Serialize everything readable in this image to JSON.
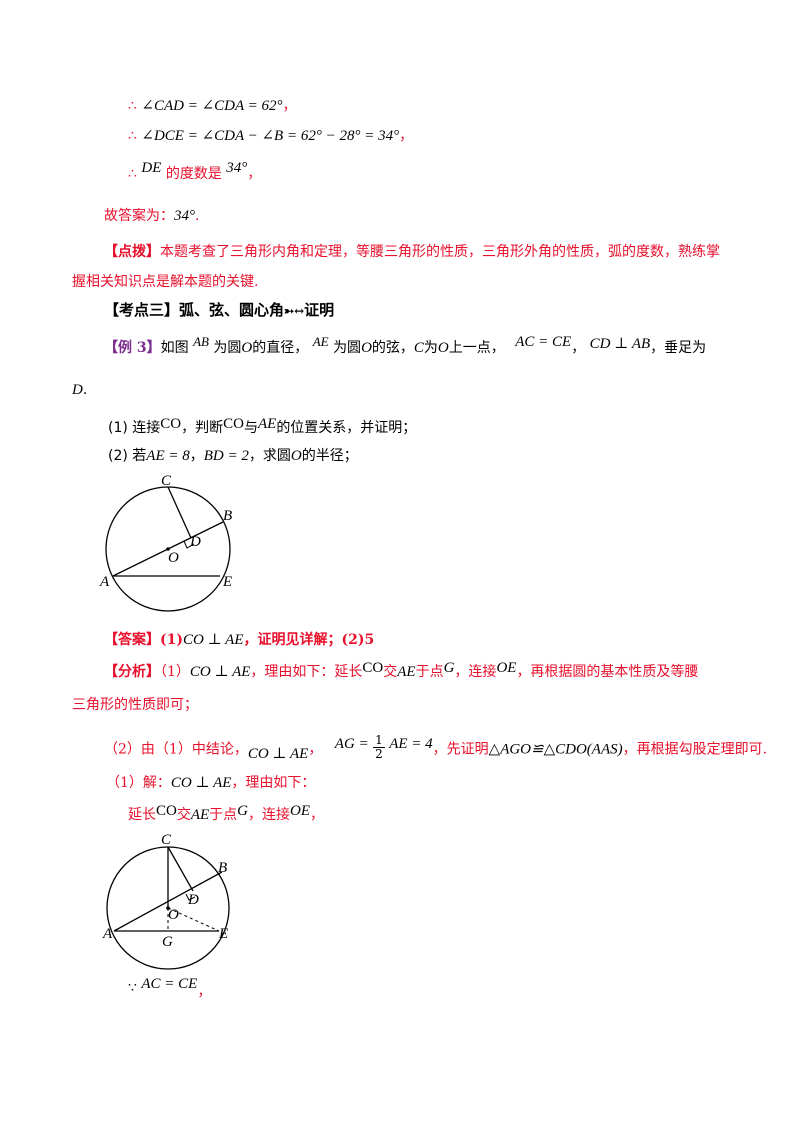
{
  "solution_top": {
    "line1": {
      "therefore": "∴",
      "expr": "∠CAD = ∠CDA = 62°",
      "punct": "，"
    },
    "line2": {
      "therefore": "∴",
      "expr": "∠DCE = ∠CDA − ∠B = 62° − 28° = 34°",
      "punct": "，"
    },
    "line3": {
      "therefore": "∴",
      "arc": "DE",
      "text": "的度数是",
      "value": "34°",
      "punct": "，"
    }
  },
  "answer_line": {
    "label": "故答案为：",
    "value": "34°",
    "punct": "."
  },
  "tip": {
    "label": "【点拨】",
    "line1": "本题考查了三角形内角和定理，等腰三角形的性质，三角形外角的性质，弧的度数，熟练掌",
    "line2": "握相关知识点是解本题的关键."
  },
  "section_heading": {
    "text": "【考点三】弧、弦、圆心角",
    "arrows": "➳↔",
    "suffix": "证明"
  },
  "example": {
    "label": "【例 3】",
    "p1": "如图",
    "ab": "AB",
    "p2": "为圆",
    "o1": "O",
    "p3": "的直径，",
    "ae": "AE",
    "p4": "为圆",
    "o2": "O",
    "p5": "的弦，",
    "c": "C",
    "p6": "为",
    "o3": "O",
    "p7": "上一点，",
    "arc_eq": "AC = CE",
    "comma": "，",
    "perp": "CD ⊥ AB",
    "p8": "，垂足为",
    "d": "D",
    "period": "."
  },
  "q1": {
    "num": "(1)",
    "t1": "连接",
    "co": "CO",
    "t2": "，判断",
    "co2": "CO",
    "t3": "与",
    "ae": "AE",
    "t4": "的位置关系，并证明；"
  },
  "q2": {
    "num": "(2)",
    "t1": "若",
    "ae": "AE = 8",
    "t2": "，",
    "bd": "BD = 2",
    "t3": "，求圆",
    "o": "O",
    "t4": "的半径；"
  },
  "fig1": {
    "C": "C",
    "B": "B",
    "D": "D",
    "O": "O",
    "A": "A",
    "E": "E"
  },
  "answer": {
    "label": "【答案】",
    "p1": "(1)",
    "expr": "CO ⊥ AE",
    "p2": "，证明见详解；(2)5"
  },
  "analysis": {
    "label": "【分析】",
    "n1": "（1）",
    "expr1": "CO ⊥ AE",
    "t1": "，理由如下：延长",
    "co": "CO",
    "t2": "交",
    "ae": "AE",
    "t3": "于点",
    "g": "G",
    "t4": "，连接",
    "oe": "OE",
    "t5": "，再根据圆的基本性质及等腰",
    "line2": "三角形的性质即可；",
    "n2": "（2）由（1）中结论，",
    "expr2": "CO ⊥ AE",
    "t6": "，",
    "ag_lhs": "AG =",
    "frac_num": "1",
    "frac_den": "2",
    "ag_rhs": "AE = 4",
    "t7": "，先证明",
    "congr": "△AGO≌△CDO(AAS)",
    "t8": "，再根据勾股定理即可."
  },
  "solution": {
    "l1": {
      "t1": "（1）解：",
      "expr": "CO ⊥ AE",
      "t2": "，理由如下："
    },
    "l2": {
      "t1": "延长",
      "co": "CO",
      "t2": "交",
      "ae": "AE",
      "t3": "于点",
      "g": "G",
      "t4": "，连接",
      "oe": "OE",
      "t5": "，"
    },
    "l3": {
      "because": "∵",
      "expr": "AC = CE",
      "punct": "，"
    }
  },
  "fig2": {
    "C": "C",
    "B": "B",
    "D": "D",
    "O": "O",
    "A": "A",
    "G": "G",
    "E": "E"
  }
}
